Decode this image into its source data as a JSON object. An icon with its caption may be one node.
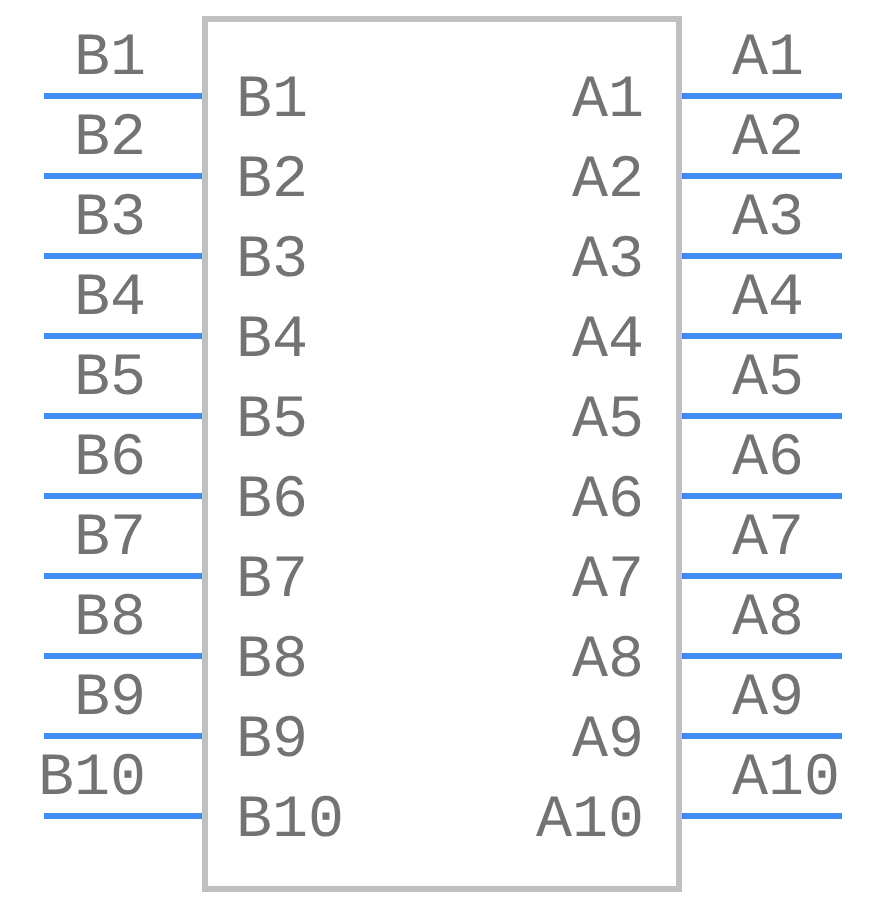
{
  "diagram": {
    "nodes": [
      {
        "text": [
          "B1",
          "A1",
          "B2",
          "A2",
          "B3",
          "A3",
          "B4",
          "A4",
          "B5",
          "A5",
          "B6",
          "A6",
          "B7",
          "A7",
          "B8",
          "A8",
          "B9",
          "A9",
          "B10",
          "A10"
        ]
      }
    ],
    "labels": [
      "B1",
      "A1",
      "B2",
      "A2",
      "B3",
      "A3",
      "B4",
      "A4",
      "B5",
      "A5",
      "B6",
      "A6",
      "B7",
      "A7",
      "B8",
      "A8",
      "B9",
      "A9",
      "B10",
      "A10"
    ]
  }
}
